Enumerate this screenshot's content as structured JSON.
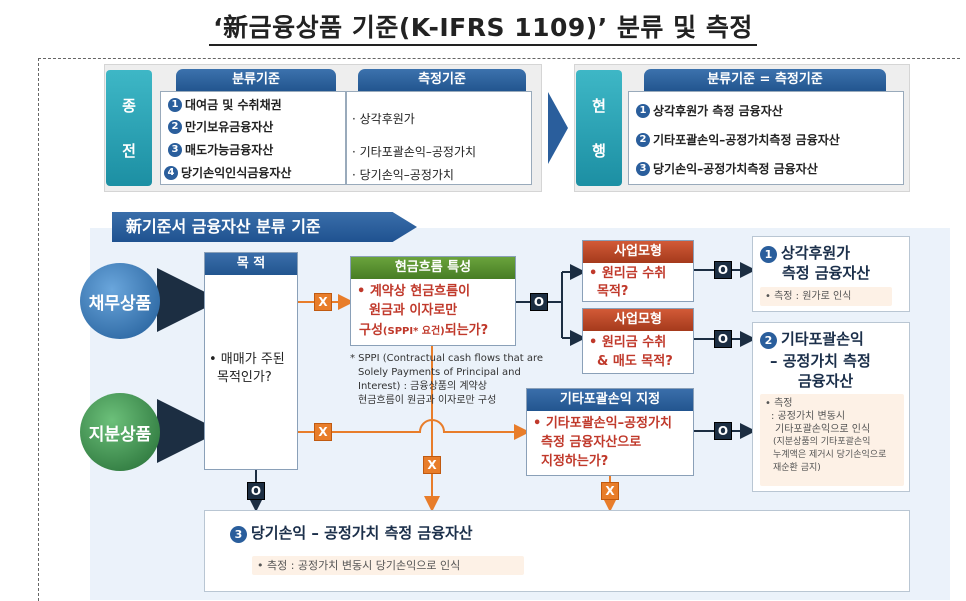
{
  "title": "‘新금융상품 기준(K-IFRS 1109)’ 분류 및 측정",
  "previous": {
    "side_label_1": "종",
    "side_label_2": "전",
    "class_header": "분류기준",
    "measure_header": "측정기준",
    "classes": [
      {
        "num": "1",
        "label": "대여금 및 수취채권"
      },
      {
        "num": "2",
        "label": "만기보유금융자산"
      },
      {
        "num": "3",
        "label": "매도가능금융자산"
      },
      {
        "num": "4",
        "label": "당기손익인식금융자산"
      }
    ],
    "measures": [
      "상각후원가",
      "기타포괄손익–공정가치",
      "당기손익–공정가치"
    ]
  },
  "current": {
    "side_label_1": "현",
    "side_label_2": "행",
    "header": "분류기준 = 측정기준",
    "items": [
      {
        "num": "1",
        "label": "상각후원가 측정 금융자산"
      },
      {
        "num": "2",
        "label": "기타포괄손익–공정가치측정 금융자산"
      },
      {
        "num": "3",
        "label": "당기손익–공정가치측정 금융자산"
      }
    ]
  },
  "diagram": {
    "banner": "新기준서 금융자산 분류 기준",
    "debt": "채무상품",
    "equity": "지분상품",
    "purpose_head": "목 적",
    "purpose_text_1": "• 매매가 주된",
    "purpose_text_2": "목적인가?",
    "cashflow_head": "현금흐름 특성",
    "cashflow_1": "• 계약상 현금흐름이",
    "cashflow_2": "원금과 이자로만",
    "cashflow_3a": "구성",
    "cashflow_3b": "(SPPI* 요건)",
    "cashflow_3c": "되는가?",
    "sppi_1": "* SPPI (Contractual cash flows that are",
    "sppi_2": "Solely Payments of Principal and",
    "sppi_3": "Interest) : 금융상품의 계약상",
    "sppi_4": "현금흐름이 원금과 이자로만 구성",
    "bm1_head": "사업모형",
    "bm1_1": "• 원리금 수취",
    "bm1_2": "목적?",
    "bm2_head": "사업모형",
    "bm2_1": "• 원리금 수취",
    "bm2_2": "& 매도 목적?",
    "oci_head": "기타포괄손익 지정",
    "oci_1": "• 기타포괄손익–공정가치",
    "oci_2": "측정 금융자산으로",
    "oci_3": "지정하는가?",
    "x_mark": "X",
    "o_mark": "O",
    "result1_num": "1",
    "result1_1": "상각후원가",
    "result1_2": "측정 금융자산",
    "result1_note": "• 측정 : 원가로 인식",
    "result2_num": "2",
    "result2_1": "기타포괄손익",
    "result2_2": "– 공정가치 측정",
    "result2_3": "금융자산",
    "result2_note_1": "• 측정",
    "result2_note_2": ": 공정가치 변동시",
    "result2_note_3": "기타포괄손익으로 인식",
    "result2_note_4": "(지분상품의 기타포괄손익",
    "result2_note_5": "누계액은 제거시 당기손익으로",
    "result2_note_6": "재순환 금지)",
    "result3_num": "3",
    "result3": "당기손익 – 공정가치 측정 금융자산",
    "result3_note": "• 측정 : 공정가치 변동시 당기손익으로 인식"
  }
}
